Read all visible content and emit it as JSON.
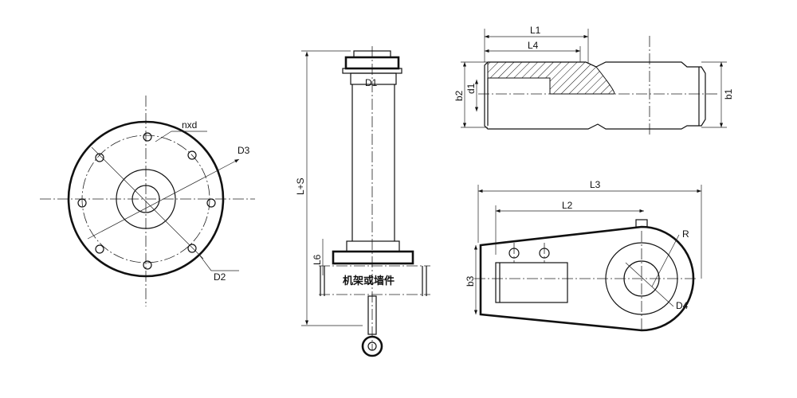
{
  "labels": {
    "nxd": "nxd",
    "D3": "D3",
    "D2": "D2",
    "D1": "D1",
    "LS": "L+S",
    "L6": "L6",
    "frame": "机架或墙件",
    "L1": "L1",
    "L4": "L4",
    "b2": "b2",
    "d1": "d1",
    "b1": "b1",
    "L3": "L3",
    "L2": "L2",
    "R": "R",
    "b3": "b3",
    "D4": "D4"
  }
}
